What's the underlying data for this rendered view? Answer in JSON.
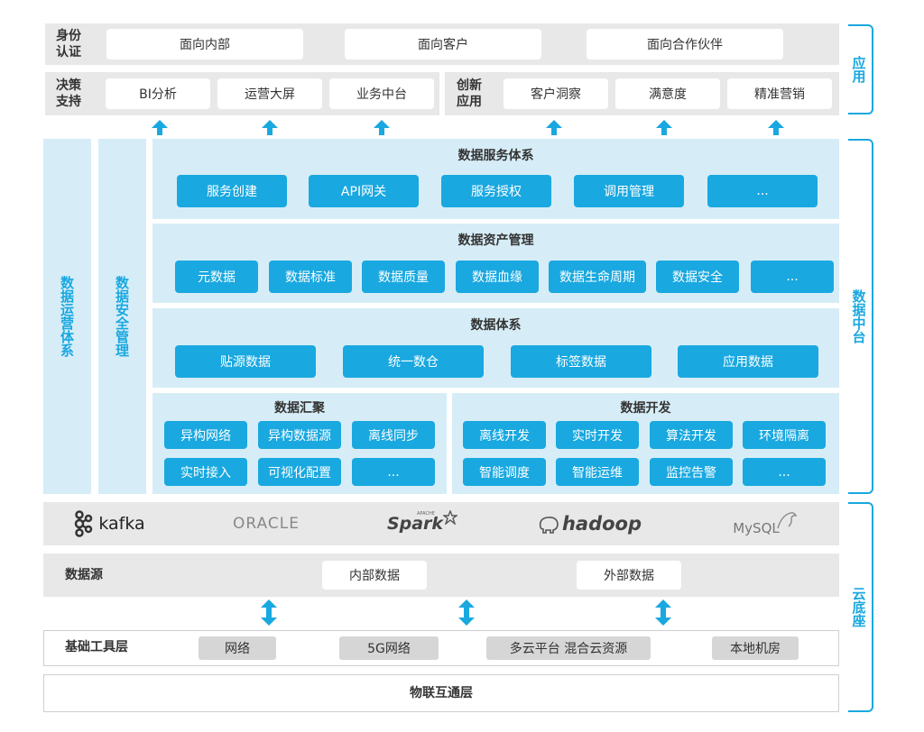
{
  "app": {
    "identity": {
      "label": "身份\n认证",
      "items": [
        "面向内部",
        "面向客户",
        "面向合作伙伴"
      ]
    },
    "decision": {
      "label": "决策\n支持",
      "items": [
        "BI分析",
        "运营大屏",
        "业务中台"
      ]
    },
    "innovation": {
      "label": "创新\n应用",
      "items": [
        "客户洞察",
        "满意度",
        "精准营销"
      ]
    }
  },
  "left_columns": [
    "数据运营体系",
    "数据安全管理"
  ],
  "service": {
    "title": "数据服务体系",
    "items": [
      "服务创建",
      "API网关",
      "服务授权",
      "调用管理",
      "..."
    ]
  },
  "asset": {
    "title": "数据资产管理",
    "items": [
      "元数据",
      "数据标准",
      "数据质量",
      "数据血缘",
      "数据生命周期",
      "数据安全",
      "..."
    ]
  },
  "system": {
    "title": "数据体系",
    "items": [
      "贴源数据",
      "统一数仓",
      "标签数据",
      "应用数据"
    ]
  },
  "aggregation": {
    "title": "数据汇聚",
    "items": [
      "异构网络",
      "异构数据源",
      "离线同步",
      "实时接入",
      "可视化配置",
      "..."
    ]
  },
  "development": {
    "title": "数据开发",
    "items": [
      "离线开发",
      "实时开发",
      "算法开发",
      "环境隔离",
      "智能调度",
      "智能运维",
      "监控告警",
      "..."
    ]
  },
  "logos": {
    "kafka": "kafka",
    "oracle": "ORACLE",
    "spark": "Spark",
    "spark_small": "APACHE",
    "hadoop": "hadoop",
    "mysql": "MySQL"
  },
  "datasource": {
    "label": "数据源",
    "items": [
      "内部数据",
      "外部数据"
    ]
  },
  "infra": {
    "label": "基础工具层",
    "items": [
      "网络",
      "5G网络",
      "多云平台 混合云资源",
      "本地机房"
    ]
  },
  "iot": {
    "label": "物联互通层"
  },
  "side_labels": [
    "应用",
    "数据中台",
    "云底座"
  ],
  "colors": {
    "accent": "#19a8e0",
    "panel": "#d6edf7",
    "band": "#e8e8e8"
  }
}
